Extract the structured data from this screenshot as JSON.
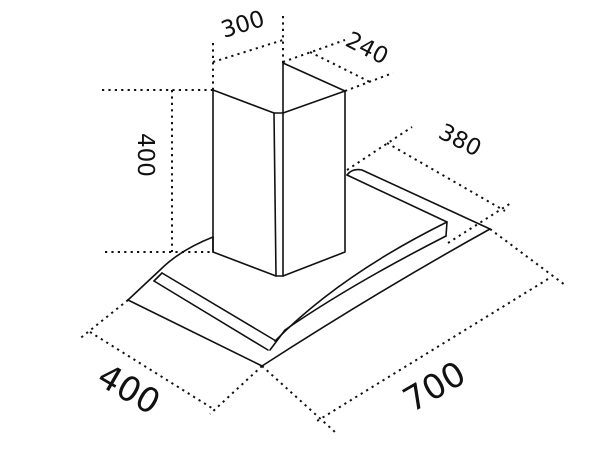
{
  "diagram": {
    "subject": "Chimney range hood dimension drawing",
    "units": "mm",
    "colors": {
      "line": "#111111",
      "background": "#ffffff"
    },
    "dimensions": {
      "chimney_width": "300",
      "chimney_depth": "240",
      "chimney_height": "400",
      "hood_top_depth": "380",
      "hood_depth": "400",
      "hood_width": "700"
    }
  }
}
